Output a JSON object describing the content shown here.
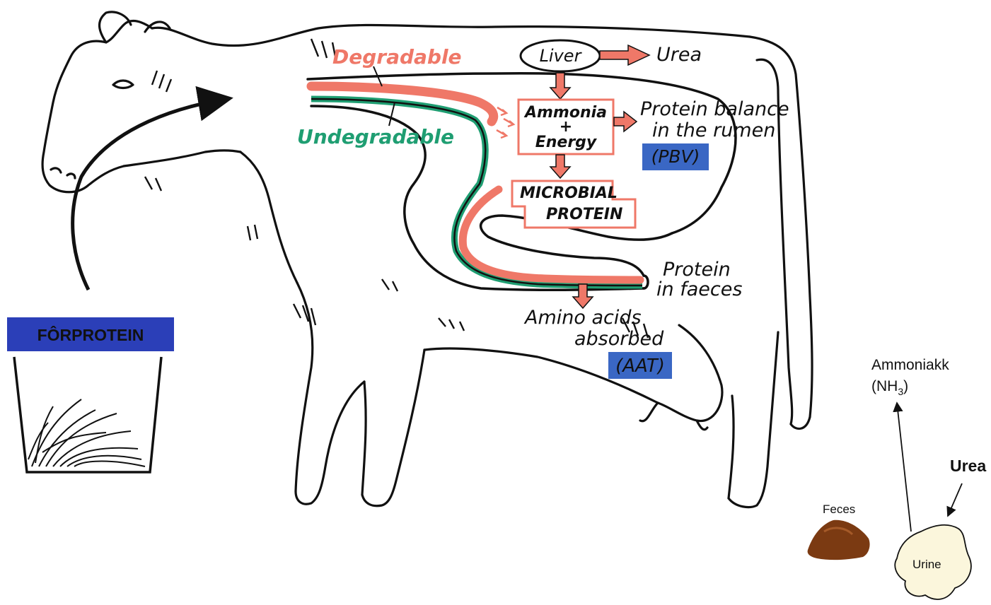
{
  "feed": {
    "banner_label": "FÔRPROTEIN"
  },
  "rumen": {
    "degradable_label": "Degradable",
    "undegradable_label": "Undegradable"
  },
  "liver": {
    "label": "Liver",
    "output_label": "Urea"
  },
  "ammonia_box": {
    "line1": "Ammonia",
    "line2": "+",
    "line3": "Energy"
  },
  "microbial_box": {
    "line1": "MICROBIAL",
    "line2": "PROTEIN"
  },
  "protein_balance": {
    "line1": "Protein balance",
    "line2": "in the rumen",
    "badge": "(PBV)"
  },
  "faeces": {
    "line1": "Protein",
    "line2": "in faeces"
  },
  "amino": {
    "line1": "Amino acids",
    "line2": "absorbed",
    "badge": "(AAT)"
  },
  "excretion": {
    "ammonia_line1": "Ammoniakk",
    "ammonia_line2": "(NH",
    "ammonia_sub": "3",
    "ammonia_close": ")",
    "urea_label": "Urea",
    "feces_label": "Feces",
    "urine_label": "Urine"
  },
  "colors": {
    "degradable": "#ef7868",
    "undegradable": "#1f9e72",
    "badge_blue": "#3a67c4",
    "banner_blue": "#2b3fb8",
    "feces_brown": "#7b3a12",
    "urine_cream": "#fbf6dc"
  }
}
